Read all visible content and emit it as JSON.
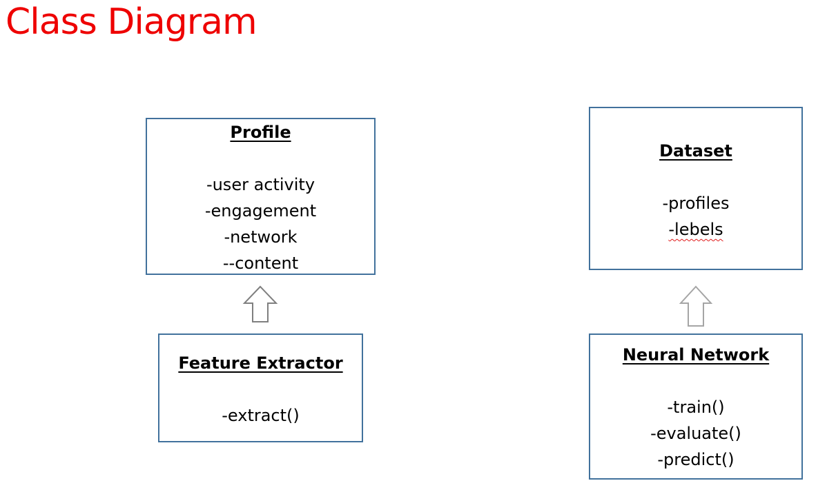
{
  "title": "Class Diagram",
  "colors": {
    "title": "#EE0000",
    "box_border": "#41719C",
    "arrow_stroke_dark": "#7F7F7F",
    "arrow_stroke_light": "#A5A5A5",
    "spellcheck": "#E01B1B"
  },
  "classes": {
    "profile": {
      "name": "Profile",
      "attributes": [
        "-user activity",
        "-engagement",
        "-network",
        "--content"
      ]
    },
    "dataset": {
      "name": "Dataset",
      "attributes": [
        "-profiles",
        "-lebels"
      ]
    },
    "feature_extractor": {
      "name": "Feature Extractor",
      "methods": [
        "-extract()"
      ]
    },
    "neural_network": {
      "name": "Neural Network",
      "methods": [
        "-train()",
        "-evaluate()",
        "-predict()"
      ]
    }
  },
  "relations": [
    {
      "from": "Feature Extractor",
      "to": "Profile",
      "type": "generalization-arrow"
    },
    {
      "from": "Neural Network",
      "to": "Dataset",
      "type": "generalization-arrow"
    }
  ]
}
